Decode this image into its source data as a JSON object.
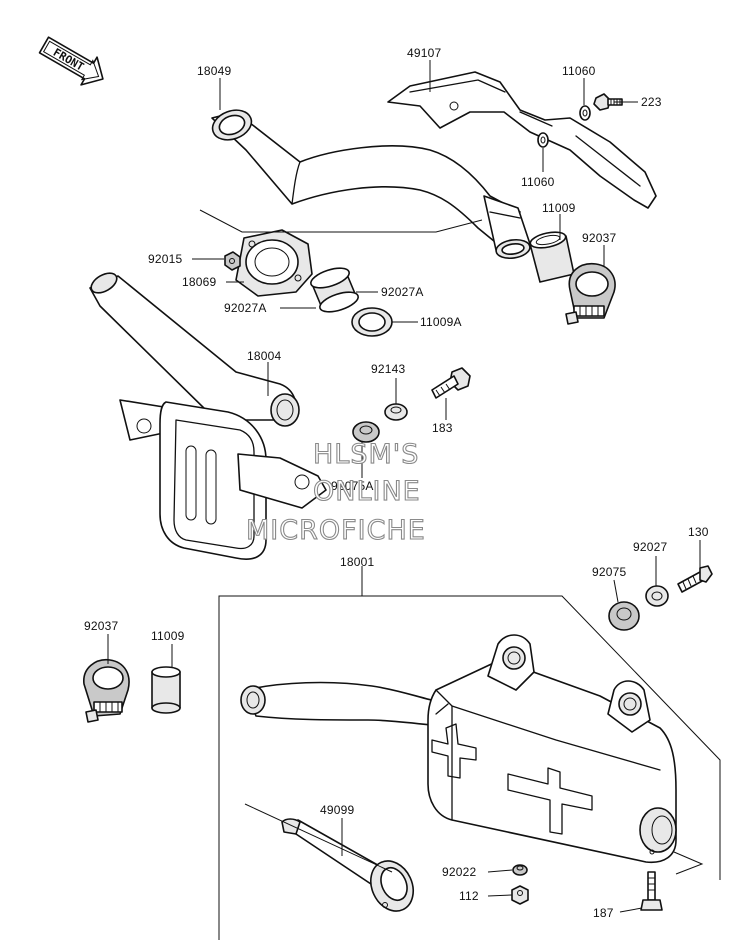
{
  "front_label": "FRONT",
  "watermark": [
    "HLSM'S",
    "ONLINE",
    "MICROFICHE"
  ],
  "callouts": {
    "p18049": "18049",
    "p49107": "49107",
    "p11060_top": "11060",
    "p223": "223",
    "p11060_bottom": "11060",
    "p11009_top": "11009",
    "p92037_top": "92037",
    "p92015": "92015",
    "p18069": "18069",
    "p92027A_right": "92027A",
    "p92027A_left": "92027A",
    "p11009A": "11009A",
    "p18004": "18004",
    "p92143": "92143",
    "p183": "183",
    "p92075A": "92075A",
    "p18001": "18001",
    "p130": "130",
    "p92027": "92027",
    "p92075": "92075",
    "p92037_bottom": "92037",
    "p11009_bottom": "11009",
    "p49099": "49099",
    "p92022": "92022",
    "p112": "112",
    "p187": "187"
  }
}
